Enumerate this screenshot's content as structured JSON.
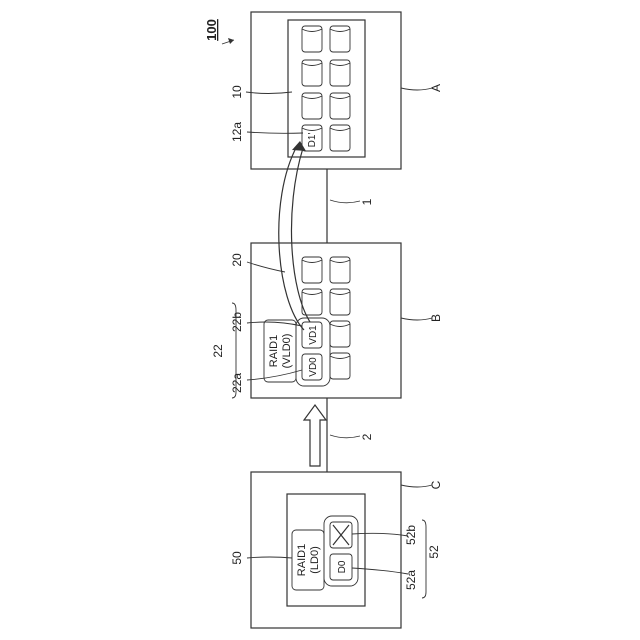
{
  "figure_ref": "100",
  "link_labels": {
    "link_1": "1",
    "link_2": "2"
  },
  "box_a": {
    "tag": "A",
    "array_ref": "10",
    "disk_ref": "12a",
    "disk_label": "D1'"
  },
  "box_b": {
    "tag": "B",
    "array_ref": "20",
    "group_ref": "22",
    "vd0_ref": "22a",
    "vd1_ref": "22b",
    "raid_line1": "RAID1",
    "raid_line2": "(VLD0)",
    "vd0_label": "VD0",
    "vd1_label": "VD1"
  },
  "box_c": {
    "tag": "C",
    "array_ref": "50",
    "group_ref": "52",
    "d0_ref": "52a",
    "failed_ref": "52b",
    "raid_line1": "RAID1",
    "raid_line2": "(LD0)",
    "d0_label": "D0"
  }
}
